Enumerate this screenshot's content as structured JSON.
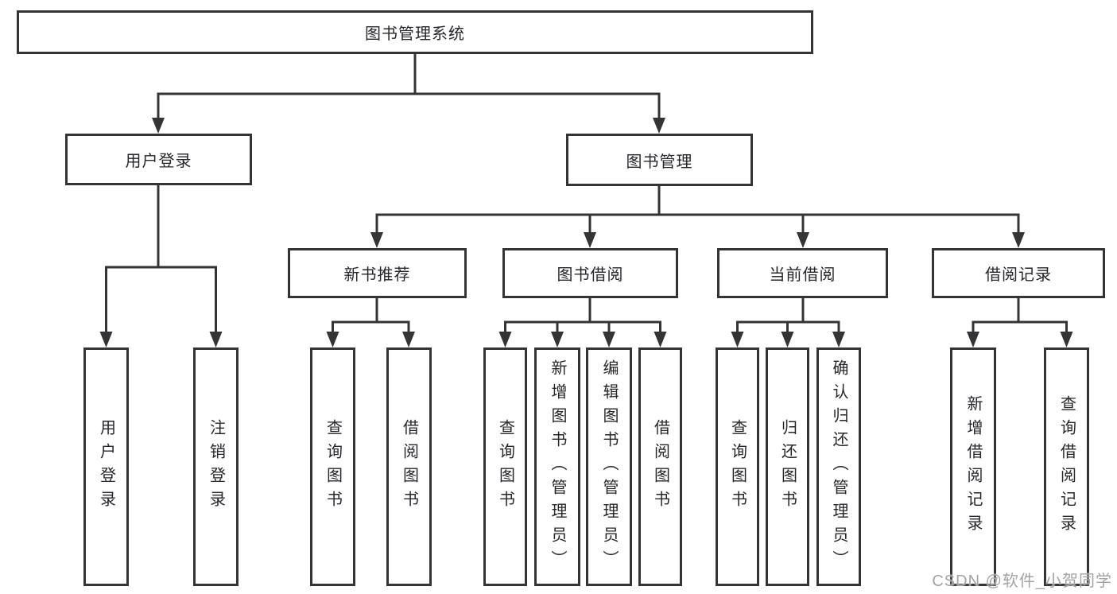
{
  "tree": {
    "root": {
      "label": "图书管理系统"
    },
    "branches": [
      {
        "label": "用户登录",
        "children": [
          {
            "label": "用户登录"
          },
          {
            "label": "注销登录"
          }
        ]
      },
      {
        "label": "图书管理",
        "groups": [
          {
            "label": "新书推荐",
            "children": [
              {
                "label": "查询图书"
              },
              {
                "label": "借阅图书"
              }
            ]
          },
          {
            "label": "图书借阅",
            "children": [
              {
                "label": "查询图书"
              },
              {
                "label": "新增图书（管理员）"
              },
              {
                "label": "编辑图书（管理员）"
              },
              {
                "label": "借阅图书"
              }
            ]
          },
          {
            "label": "当前借阅",
            "children": [
              {
                "label": "查询图书"
              },
              {
                "label": "归还图书"
              },
              {
                "label": "确认归还（管理员）"
              }
            ]
          },
          {
            "label": "借阅记录",
            "children": [
              {
                "label": "新增借阅记录"
              },
              {
                "label": "查询借阅记录"
              }
            ]
          }
        ]
      }
    ]
  },
  "watermark": {
    "text": "CSDN @软件_小贺同学"
  },
  "colors": {
    "line": "#343437",
    "box_border": "#343437",
    "text": "#26262b",
    "watermark": "#a3a3a3",
    "background": "#ffffff"
  }
}
